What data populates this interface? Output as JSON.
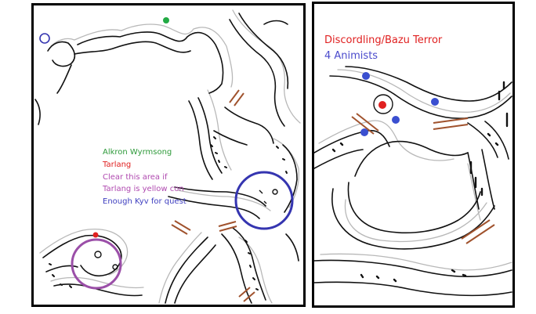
{
  "left_map": {
    "legend": {
      "line1": {
        "text": "Alkron Wyrmsong",
        "color": "#2e9a3a"
      },
      "line2": {
        "text": "Tarlang",
        "color": "#e02020"
      },
      "line3": {
        "text": "Clear this area if",
        "color": "#b04ab0"
      },
      "line4": {
        "text": "Tarlang is  yellow con",
        "color": "#b04ab0"
      },
      "line5": {
        "text": "Enough Kyv for quest",
        "color": "#4040c0"
      }
    },
    "markers": {
      "green_dot": {
        "color": "#22aa44",
        "meaning": "Alkron Wyrmsong"
      },
      "red_dot": {
        "color": "#e02020",
        "meaning": "Tarlang"
      }
    },
    "circles": {
      "purple": "#9b4fa8",
      "blue": "#3535b0"
    }
  },
  "right_map": {
    "title": {
      "text": "Discordling/Bazu Terror",
      "color": "#e02020"
    },
    "subtitle": {
      "text": "4 Animists",
      "color": "#4a4acc"
    },
    "markers": {
      "red_dot": {
        "color": "#e02020"
      },
      "blue_dots": {
        "color": "#3a4fd0",
        "count": 4
      }
    }
  },
  "colors": {
    "path": "#111111",
    "gray_edge": "#b8b8b8",
    "bridge": "#a0522d"
  }
}
